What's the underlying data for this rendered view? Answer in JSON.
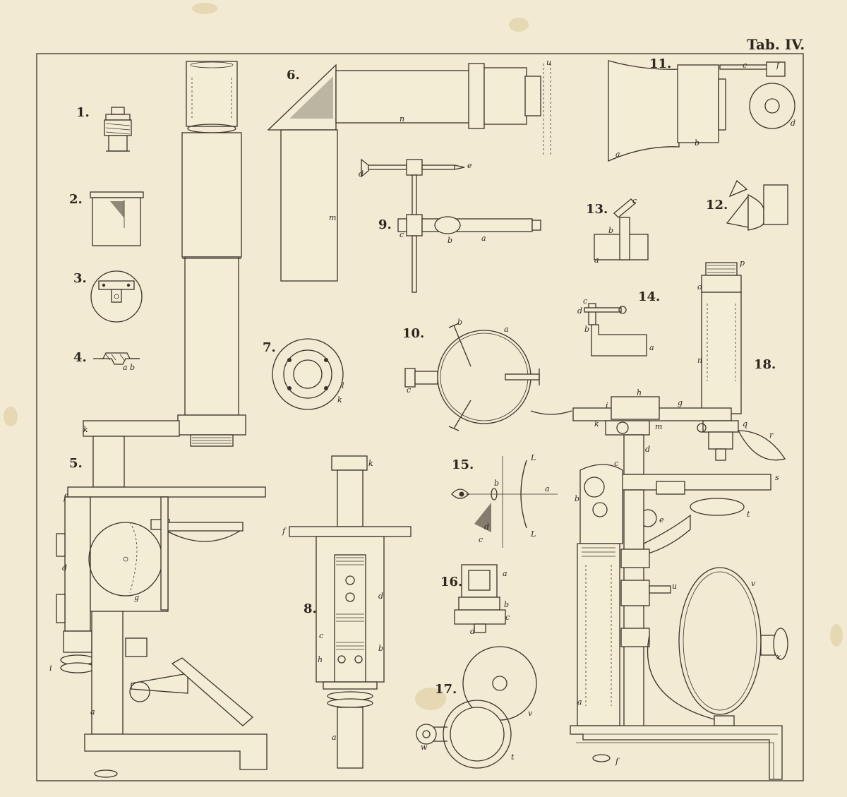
{
  "plate": {
    "title": "Tab. IV.",
    "figures": [
      {
        "id": "fig1",
        "label": "1."
      },
      {
        "id": "fig2",
        "label": "2."
      },
      {
        "id": "fig3",
        "label": "3."
      },
      {
        "id": "fig4",
        "label": "4."
      },
      {
        "id": "fig5",
        "label": "5."
      },
      {
        "id": "fig6",
        "label": "6."
      },
      {
        "id": "fig7",
        "label": "7."
      },
      {
        "id": "fig8",
        "label": "8."
      },
      {
        "id": "fig9",
        "label": "9."
      },
      {
        "id": "fig10",
        "label": "10."
      },
      {
        "id": "fig11",
        "label": "11."
      },
      {
        "id": "fig12",
        "label": "12."
      },
      {
        "id": "fig13",
        "label": "13."
      },
      {
        "id": "fig14",
        "label": "14."
      },
      {
        "id": "fig15",
        "label": "15."
      },
      {
        "id": "fig16",
        "label": "16."
      },
      {
        "id": "fig17",
        "label": "17."
      },
      {
        "id": "fig18",
        "label": "18."
      }
    ],
    "letters": {
      "fig4_ab": "a b",
      "fig5_k": "k",
      "fig5_f": "f",
      "fig5_a": "a",
      "fig5_i": "i",
      "fig5_d": "d",
      "fig5_g": "g",
      "fig6_n": "n",
      "fig6_m": "m",
      "fig6_u": "u",
      "fig7_l": "l",
      "fig7_k": "k",
      "fig8_k": "k",
      "fig8_f": "f",
      "fig8_d": "d",
      "fig8_b": "b",
      "fig8_c": "c",
      "fig8_h": "h",
      "fig8_a": "a",
      "fig9_a": "a",
      "fig9_b": "b",
      "fig9_c": "c",
      "fig9_d": "d",
      "fig9_e": "e",
      "fig10_a": "a",
      "fig10_b": "b",
      "fig10_c": "c",
      "fig11_a": "a",
      "fig11_b": "b",
      "fig11_c": "c",
      "fig11_d": "d",
      "fig11_f": "f",
      "fig13_a": "a",
      "fig13_b": "b",
      "fig13_c": "c",
      "fig14_a": "a",
      "fig14_b": "b",
      "fig14_c": "c",
      "fig14_d": "d",
      "fig15_L1": "L",
      "fig15_L2": "L",
      "fig15_a": "a",
      "fig15_b": "b",
      "fig15_c": "c",
      "fig15_d": "d",
      "fig16_a": "a",
      "fig16_b": "b",
      "fig16_c": "c",
      "fig16_d": "d",
      "fig17_v": "v",
      "fig17_w": "w",
      "fig17_t": "t",
      "fig18_p": "p",
      "fig18_o": "o",
      "fig18_n": "n",
      "fig18_h": "h",
      "fig18_g": "g",
      "fig18_i": "i",
      "fig18_k": "k",
      "fig18_m": "m",
      "fig18_q": "q",
      "fig18_r": "r",
      "fig18_d": "d",
      "fig18_c": "c",
      "fig18_b": "b",
      "fig18_e": "e",
      "fig18_s": "s",
      "fig18_t": "t",
      "fig18_u": "u",
      "fig18_v": "v",
      "fig18_x": "x",
      "fig18_a": "a",
      "fig18_f": "f"
    }
  }
}
